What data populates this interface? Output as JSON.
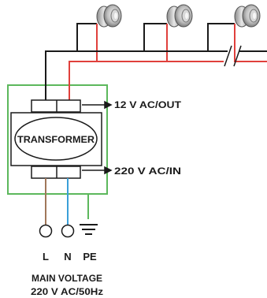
{
  "transformer": {
    "label": "TRANSFORMER"
  },
  "outputs": {
    "low_voltage": "12 V AC/OUT",
    "high_voltage": "220 V AC/IN"
  },
  "terminals": {
    "live": "L",
    "neutral": "N",
    "earth": "PE"
  },
  "main_voltage": {
    "line1": "MAIN VOLTAGE",
    "line2": "220 V AC/50Hz"
  },
  "colors": {
    "enclosure": "#5cb85c",
    "live_wire": "#a0775a",
    "neutral_wire": "#3a9fd8",
    "earth_wire": "#5cb85c",
    "positive_wire": "#e0403c",
    "negative_wire": "#1a1a1a"
  },
  "icons": {
    "lamp": "recessed-led-spotlight-icon",
    "earth": "ground-symbol-icon",
    "terminal": "terminal-circle-icon"
  }
}
